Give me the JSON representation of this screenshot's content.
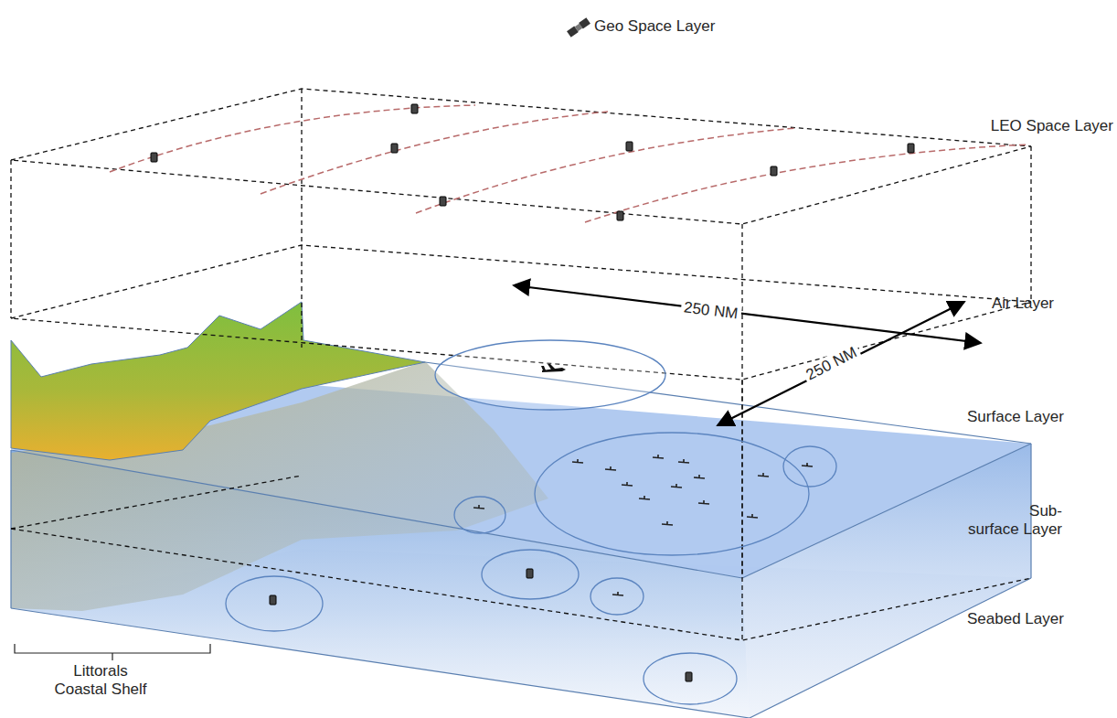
{
  "diagram": {
    "labels": [
      "Geo Space Layer",
      "LEO Space Layer",
      "250 NM",
      "Air Layer",
      "250 NM",
      "Surface Layer",
      "Sub- surface Layer",
      "Seabed Layer",
      "Littorals Coastal Shelf"
    ]
  }
}
